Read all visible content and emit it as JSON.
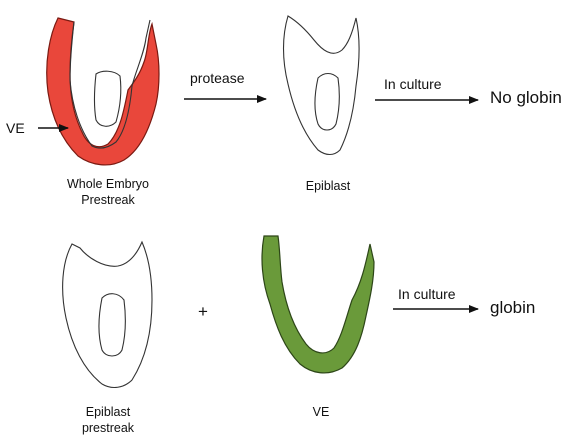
{
  "diagram": {
    "colors": {
      "visceral_endoderm_red": "#e9473b",
      "visceral_endoderm_green": "#6a9a3a",
      "outline": "#333333"
    },
    "row1": {
      "ve_label": "VE",
      "embryo_caption_line1": "Whole Embryo",
      "embryo_caption_line2": "Prestreak",
      "step_label": "protease",
      "epiblast_caption": "Epiblast",
      "culture_label": "In culture",
      "result": "No globin"
    },
    "row2": {
      "epiblast_caption_line1": "Epiblast",
      "epiblast_caption_line2": "prestreak",
      "plus": "+",
      "ve_caption": "VE",
      "culture_label": "In culture",
      "result": "globin"
    }
  }
}
